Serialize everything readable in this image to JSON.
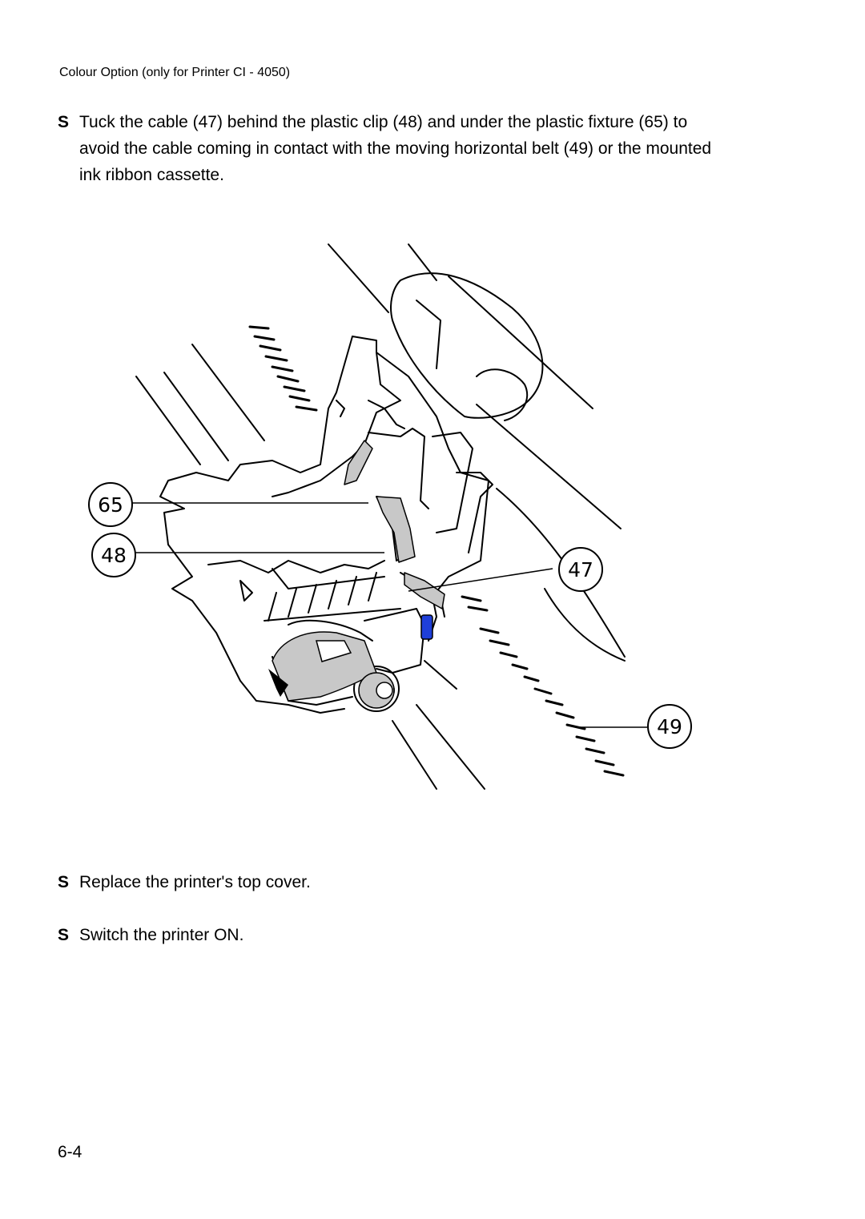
{
  "header": {
    "title": "Colour Option (only for Printer CI - 4050)"
  },
  "steps": [
    {
      "bullet": "S",
      "text": "Tuck the cable (47) behind the plastic clip (48) and under the plastic fixture (65) to avoid the cable coming in contact with the moving horizontal belt (49) or the mounted ink ribbon cassette."
    },
    {
      "bullet": "S",
      "text": "Replace the printer's top cover."
    },
    {
      "bullet": "S",
      "text": "Switch the printer ON."
    }
  ],
  "figure": {
    "callouts": [
      "65",
      "48",
      "47",
      "49"
    ],
    "colors": {
      "line": "#000000",
      "shade": "#c8c8c8",
      "connector": "#1f3fd9"
    }
  },
  "footer": {
    "page_number": "6-4"
  }
}
